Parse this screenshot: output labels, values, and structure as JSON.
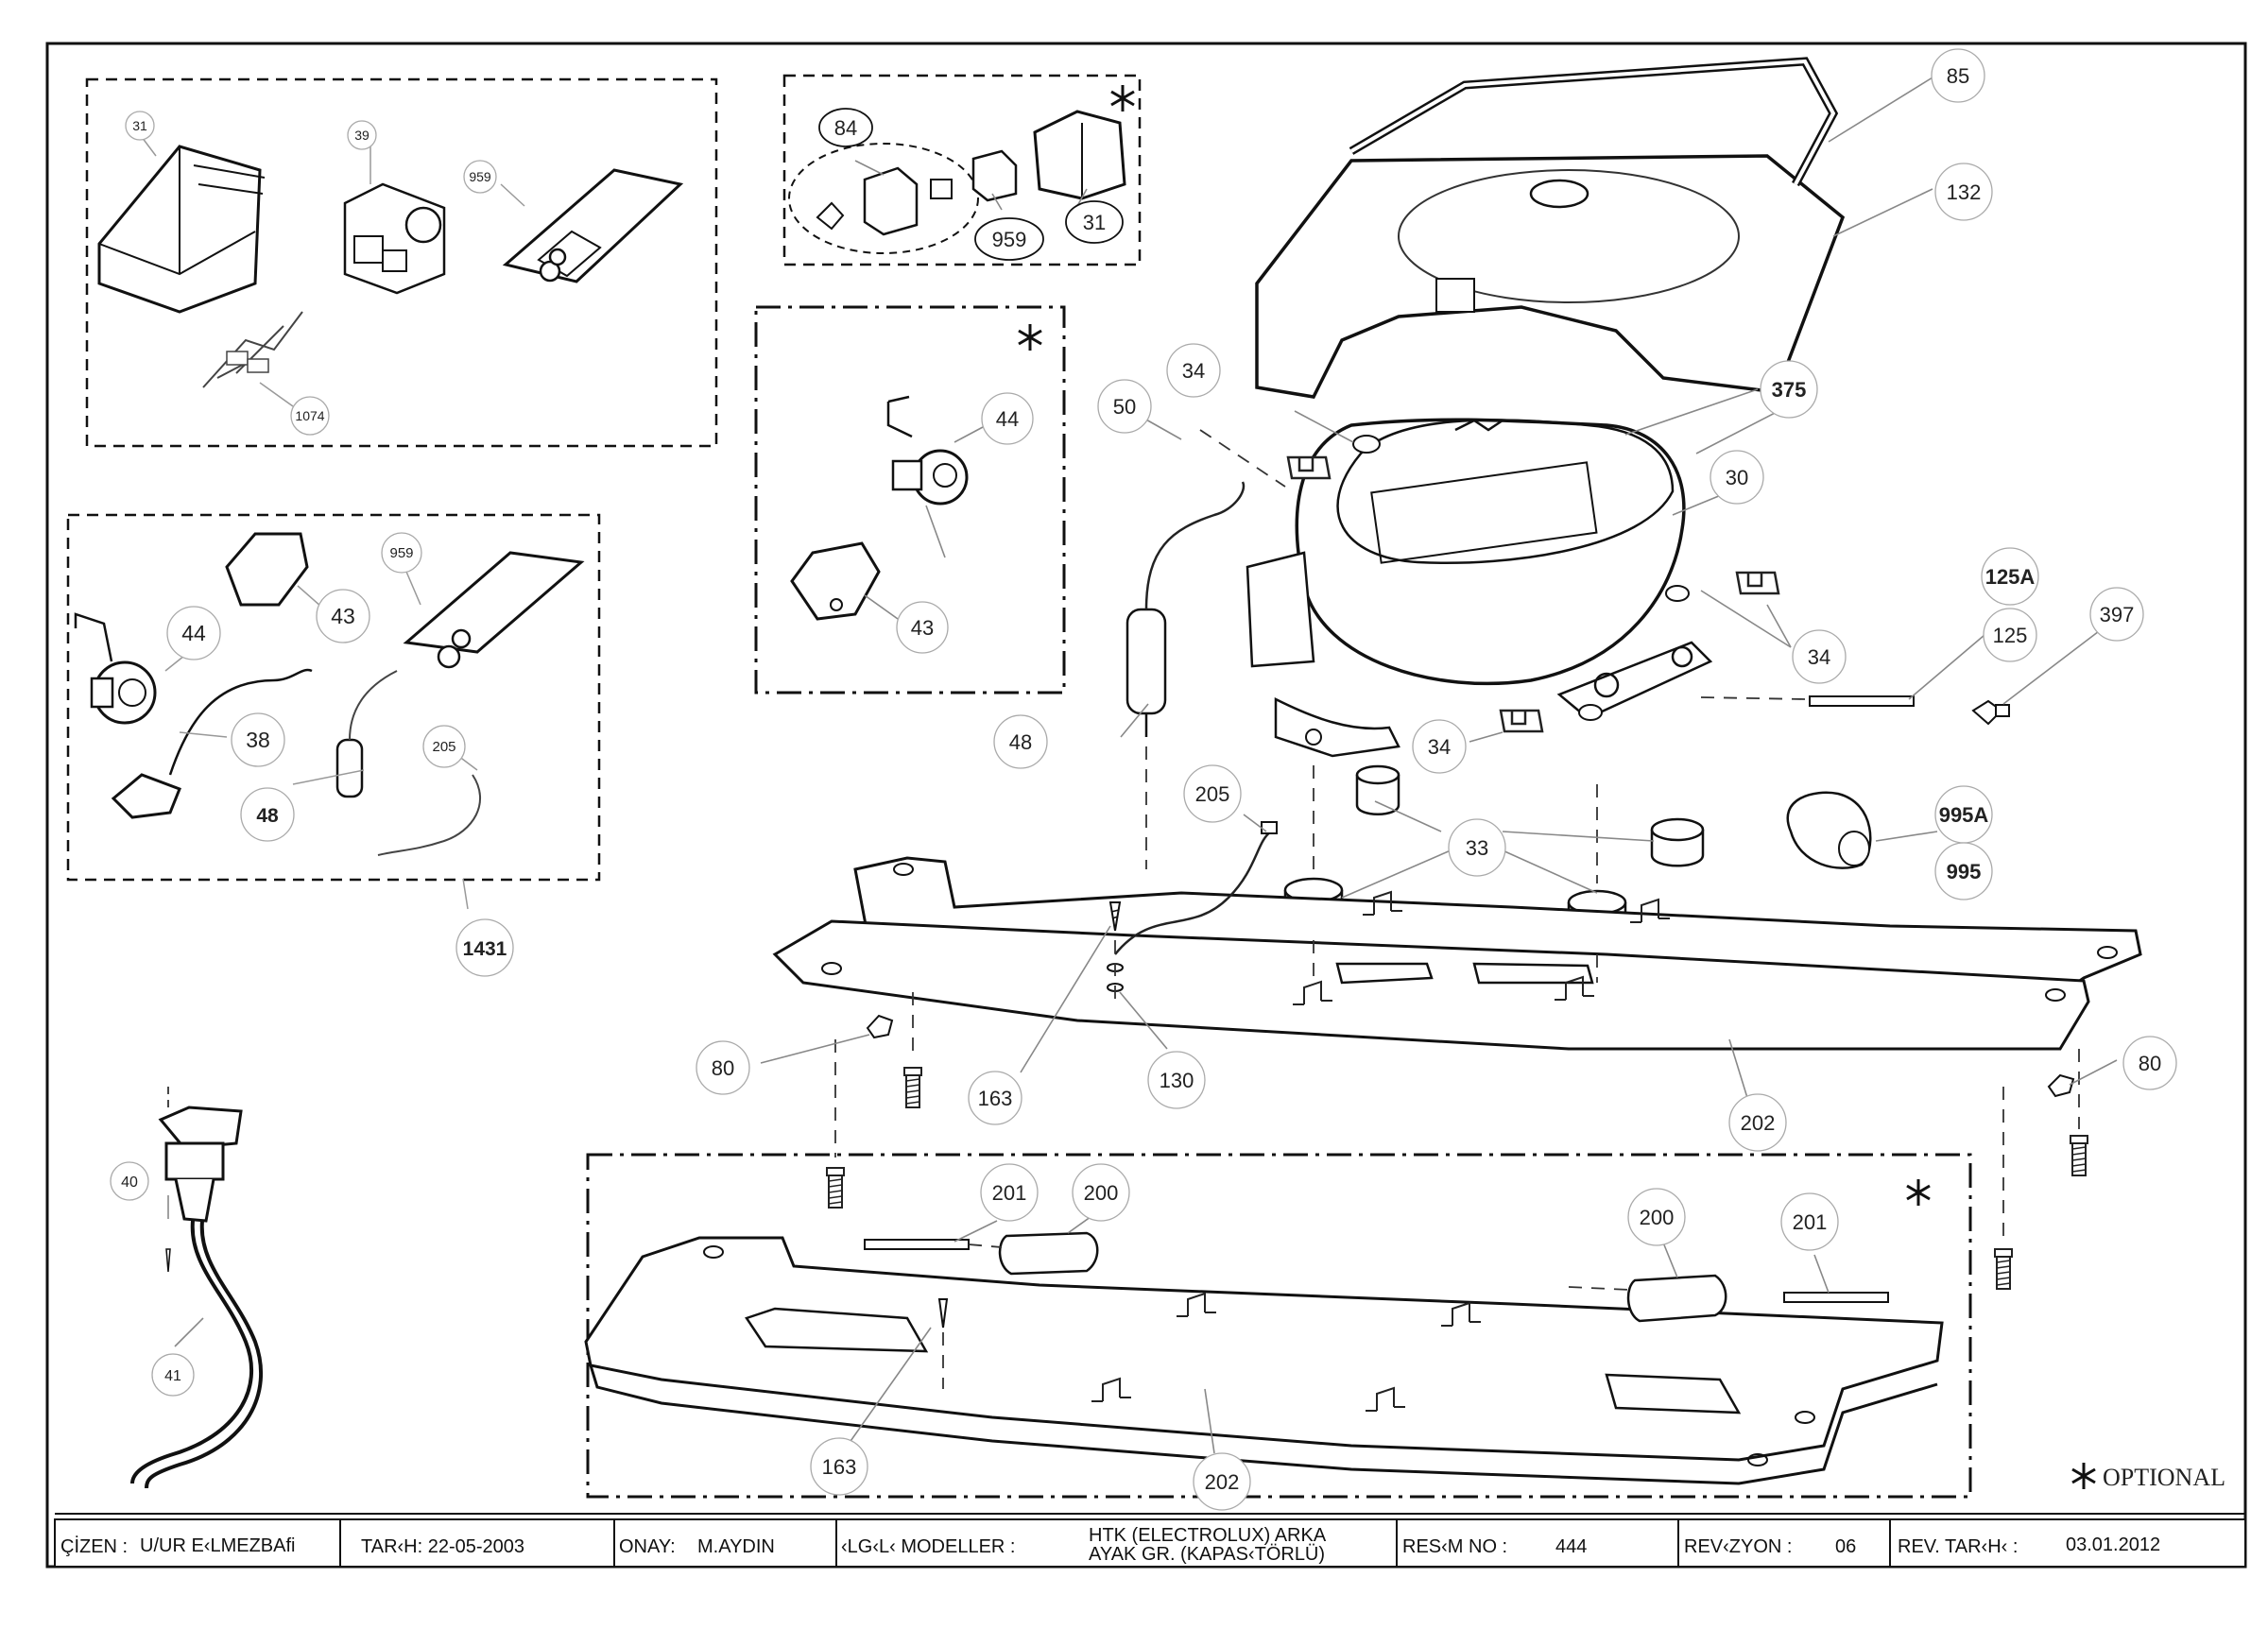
{
  "callouts": {
    "c31a": "31",
    "c39": "39",
    "c959a": "959",
    "c1074": "1074",
    "c84": "84",
    "c959b": "959",
    "c31b": "31",
    "c44a": "44",
    "c43a": "43",
    "c44b": "44",
    "c43b": "43",
    "c959c": "959",
    "c38": "38",
    "c48a": "48",
    "c205a": "205",
    "c1431": "1431",
    "c85": "85",
    "c132": "132",
    "c375": "375",
    "c30": "30",
    "c34a": "34",
    "c50": "50",
    "c34b": "34",
    "c34c": "34",
    "c125A": "125A",
    "c125": "125",
    "c397": "397",
    "c48b": "48",
    "c205b": "205",
    "c33": "33",
    "c995A": "995A",
    "c995": "995",
    "c80a": "80",
    "c163a": "163",
    "c130": "130",
    "c202a": "202",
    "c80b": "80",
    "c40": "40",
    "c41": "41",
    "c201a": "201",
    "c200a": "200",
    "c200b": "200",
    "c201b": "201",
    "c163b": "163",
    "c202b": "202"
  },
  "optional_mark": "*",
  "optional_legend": "OPTIONAL",
  "title_block": {
    "cizen_label": "ÇİZEN :",
    "cizen_value": "U/UR E‹LMEZBAfi",
    "tarih": "TAR‹H: 22-05-2003",
    "onay_label": "ONAY:",
    "onay_value": "M.AYDIN",
    "ilgili_label": "‹LG‹L‹ MODELLER :",
    "model_line1": "HTK (ELECTROLUX) ARKA",
    "model_line2": "AYAK GR. (KAPAS‹TÖRLÜ)",
    "resim_label": "RES‹M NO :",
    "resim_value": "444",
    "revizyon_label": "REV‹ZYON :",
    "revizyon_value": "06",
    "revtarih_label": "REV. TAR‹H‹ :",
    "revtarih_value": "03.01.2012"
  }
}
